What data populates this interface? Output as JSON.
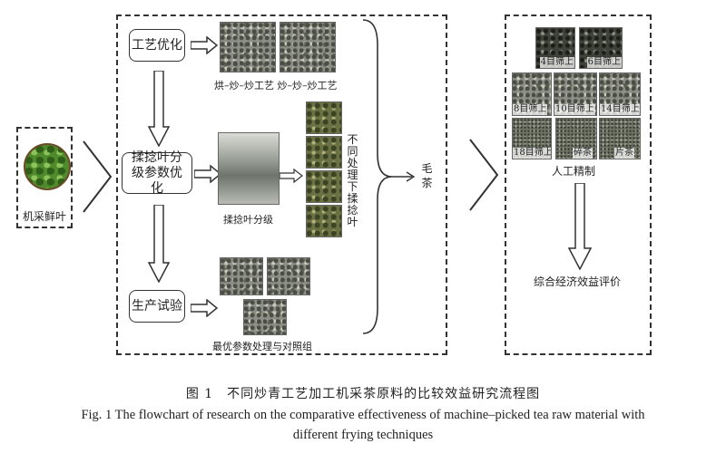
{
  "nodes": {
    "fresh_leaf": "机采鲜叶",
    "process_opt": "工艺优化",
    "sorting_opt": "揉捻叶分级参数优化",
    "production_test": "生产试验",
    "crude_tea": "毛茶",
    "manual_refining": "人工精制",
    "evaluation": "综合经济效益评价",
    "rolled_leaf_vertical": "不同处理下揉捻叶"
  },
  "photo_labels": {
    "process_combo": "烘–炒–炒工艺  炒–炒–炒工艺",
    "sorting": "揉捻叶分级",
    "best_params": "最优参数处理与对照组"
  },
  "sieve_labels": [
    "4目筛上",
    "6目筛上",
    "8目筛上",
    "10目筛上",
    "14目筛上",
    "18目筛上",
    "碎茶",
    "片茶"
  ],
  "caption": {
    "cn": "图 1　不同炒青工艺加工机采茶原料的比较效益研究流程图",
    "en_line1": "Fig. 1 The flowchart of research on the comparative effectiveness of machine–picked tea raw material with",
    "en_line2": "different frying techniques"
  }
}
